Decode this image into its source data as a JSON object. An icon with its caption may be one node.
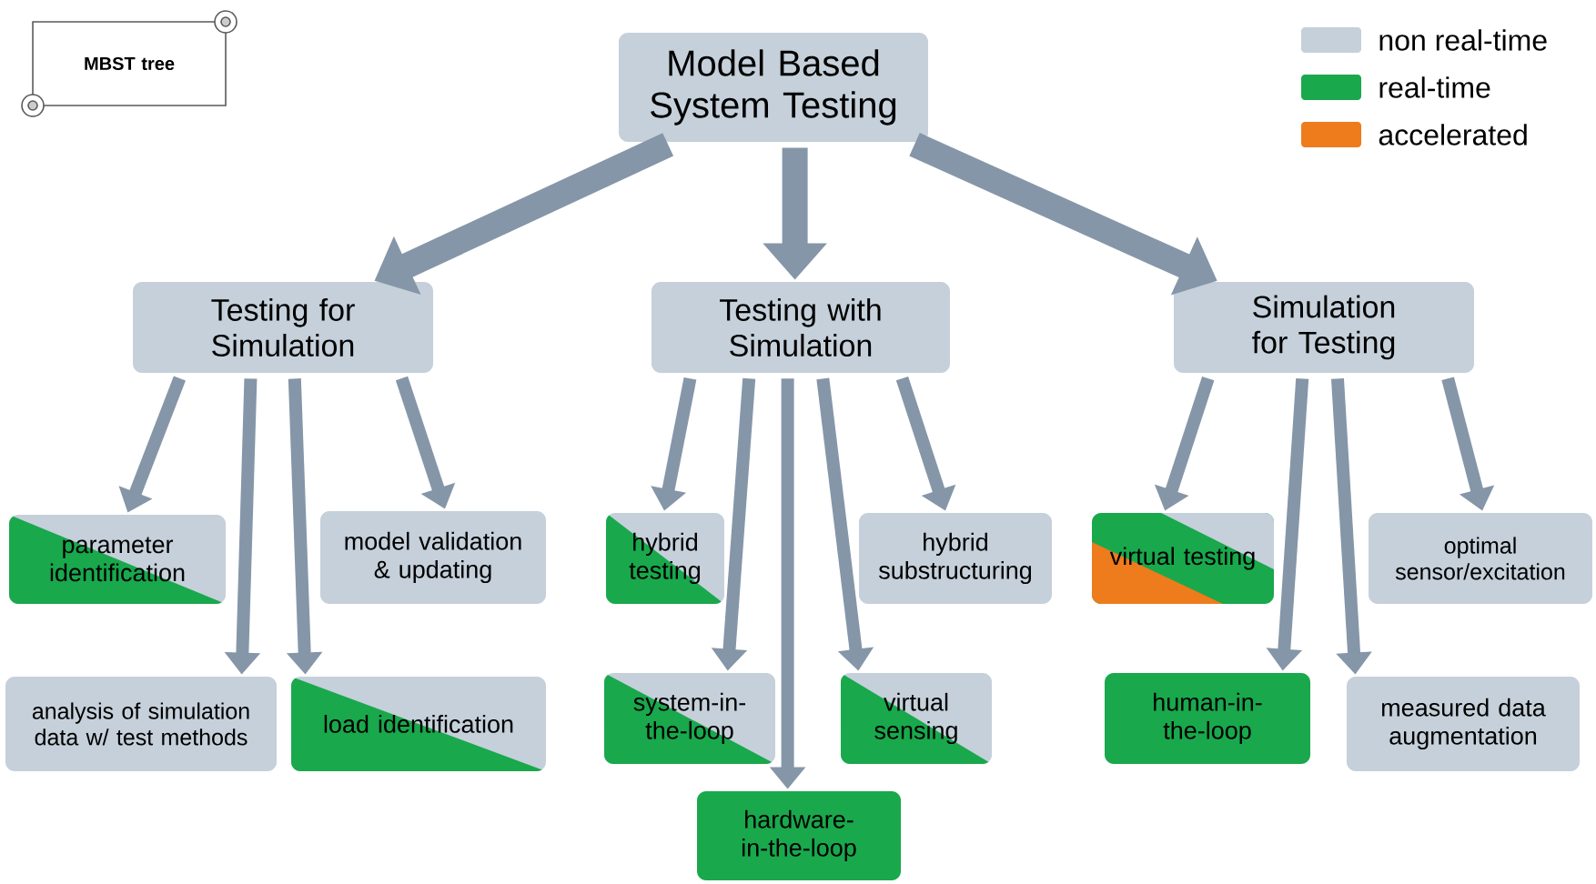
{
  "diagram": {
    "nodes": [
      {
        "text": [
          "MBST tree"
        ]
      },
      {
        "text": [
          "Model Based System Testing"
        ]
      },
      {
        "text": [
          "Testing for Simulation"
        ]
      },
      {
        "text": [
          "Testing with Simulation"
        ]
      },
      {
        "text": [
          "Simulation for Testing"
        ]
      },
      {
        "text": [
          "parameter identification"
        ]
      },
      {
        "text": [
          "model validation & updating"
        ]
      },
      {
        "text": [
          "analysis of simulation data w/ test methods"
        ]
      },
      {
        "text": [
          "load identification"
        ]
      },
      {
        "text": [
          "hybrid testing"
        ]
      },
      {
        "text": [
          "hybrid substructuring"
        ]
      },
      {
        "text": [
          "system-in-the-loop"
        ]
      },
      {
        "text": [
          "virtual sensing"
        ]
      },
      {
        "text": [
          "hardware-in-the-loop"
        ]
      },
      {
        "text": [
          "virtual testing"
        ]
      },
      {
        "text": [
          "optimal sensor/excitation"
        ]
      },
      {
        "text": [
          "human-in-the-loop"
        ]
      },
      {
        "text": [
          "measured data augmentation"
        ]
      }
    ],
    "edges": [
      {
        "from": 1,
        "to": 2,
        "arrow": "to",
        "style": "thick"
      },
      {
        "from": 1,
        "to": 3,
        "arrow": "to",
        "style": "thick"
      },
      {
        "from": 1,
        "to": 4,
        "arrow": "to",
        "style": "thick"
      },
      {
        "from": 2,
        "to": 5,
        "arrow": "to"
      },
      {
        "from": 2,
        "to": 7,
        "arrow": "to"
      },
      {
        "from": 2,
        "to": 8,
        "arrow": "to"
      },
      {
        "from": 2,
        "to": 6,
        "arrow": "to"
      },
      {
        "from": 3,
        "to": 9,
        "arrow": "to"
      },
      {
        "from": 3,
        "to": 11,
        "arrow": "to"
      },
      {
        "from": 3,
        "to": 13,
        "arrow": "to"
      },
      {
        "from": 3,
        "to": 12,
        "arrow": "to"
      },
      {
        "from": 3,
        "to": 10,
        "arrow": "to"
      },
      {
        "from": 4,
        "to": 14,
        "arrow": "to"
      },
      {
        "from": 4,
        "to": 16,
        "arrow": "to"
      },
      {
        "from": 4,
        "to": 17,
        "arrow": "to"
      },
      {
        "from": 4,
        "to": 15,
        "arrow": "to"
      }
    ],
    "legend": [
      {
        "text": "non real-time",
        "color": "#c5d0da"
      },
      {
        "text": "real-time",
        "color": "#19a84c"
      },
      {
        "text": "accelerated",
        "color": "#ee7b1c"
      }
    ]
  }
}
